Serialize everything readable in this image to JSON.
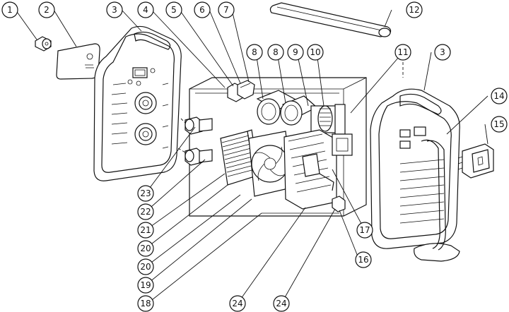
{
  "diagram": {
    "type": "exploded parts diagram",
    "callouts": [
      {
        "id": "c1",
        "label": "1"
      },
      {
        "id": "c2",
        "label": "2"
      },
      {
        "id": "c3a",
        "label": "3"
      },
      {
        "id": "c4",
        "label": "4"
      },
      {
        "id": "c5",
        "label": "5"
      },
      {
        "id": "c6",
        "label": "6"
      },
      {
        "id": "c7",
        "label": "7"
      },
      {
        "id": "c8a",
        "label": "8"
      },
      {
        "id": "c8b",
        "label": "8"
      },
      {
        "id": "c9",
        "label": "9"
      },
      {
        "id": "c10",
        "label": "10"
      },
      {
        "id": "c11",
        "label": "11"
      },
      {
        "id": "c12",
        "label": "12"
      },
      {
        "id": "c3b",
        "label": "3"
      },
      {
        "id": "c14",
        "label": "14"
      },
      {
        "id": "c15",
        "label": "15"
      },
      {
        "id": "c16",
        "label": "16"
      },
      {
        "id": "c17",
        "label": "17"
      },
      {
        "id": "c18",
        "label": "18"
      },
      {
        "id": "c19",
        "label": "19"
      },
      {
        "id": "c20a",
        "label": "20"
      },
      {
        "id": "c20b",
        "label": "20"
      },
      {
        "id": "c21",
        "label": "21"
      },
      {
        "id": "c22",
        "label": "22"
      },
      {
        "id": "c23",
        "label": "23"
      },
      {
        "id": "c24a",
        "label": "24"
      },
      {
        "id": "c24b",
        "label": "24"
      }
    ]
  }
}
